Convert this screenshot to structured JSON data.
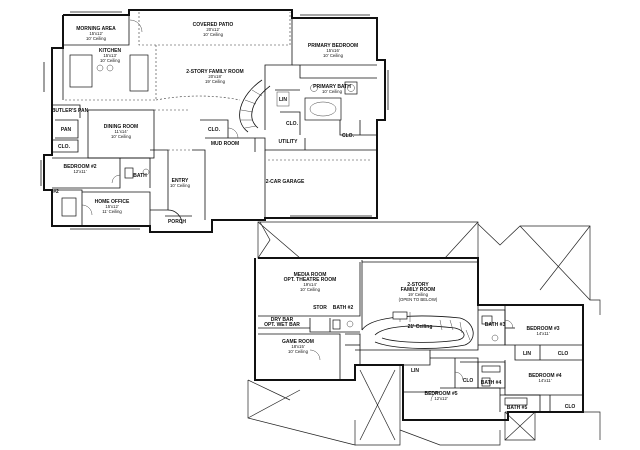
{
  "first_floor": {
    "morning_area": {
      "name": "MORNING AREA",
      "dims": "15'x12'",
      "ceiling": "10' Ceiling"
    },
    "covered_patio": {
      "name": "COVERED PATIO",
      "dims": "20'x12'",
      "ceiling": "10' Ceiling"
    },
    "kitchen": {
      "name": "KITCHEN",
      "dims": "15'x13'",
      "ceiling": "10' Ceiling"
    },
    "family_room": {
      "name": "2-STORY FAMILY ROOM",
      "dims": "20'x18'",
      "ceiling": "19' Ceiling"
    },
    "primary_bedroom": {
      "name": "PRIMARY BEDROOM",
      "dims": "15'x16'",
      "ceiling": "10' Ceiling"
    },
    "primary_bath": {
      "name": "PRIMARY BATH",
      "ceiling": "10' Ceiling"
    },
    "butlers_pan": "BUTLER'S PAN",
    "pan": "PAN",
    "dining_room": {
      "name": "DINING ROOM",
      "dims": "11'x14'",
      "ceiling": "10' Ceiling"
    },
    "lin": "LIN",
    "clo": "CLO.",
    "mud_room": "MUD ROOM",
    "utility": "UTILITY",
    "bedroom2": {
      "name": "BEDROOM #2",
      "dims": "12'x11'"
    },
    "bath2": "BATH",
    "bath2_num": "#2",
    "entry": {
      "name": "ENTRY",
      "ceiling": "10' Ceiling"
    },
    "garage": "2-CAR GARAGE",
    "home_office": {
      "name": "HOME OFFICE",
      "dims": "15'x12'",
      "ceiling": "11' Ceiling"
    },
    "porch": "PORCH"
  },
  "second_floor": {
    "media_room": {
      "name": "MEDIA ROOM",
      "sub": "OPT. THEATRE ROOM",
      "dims": "19'x14'",
      "ceiling": "10' Ceiling"
    },
    "family_room_below": {
      "name": "2-STORY",
      "name2": "FAMILY ROOM",
      "ceiling": "19' Ceiling",
      "note": "(OPEN TO BELOW)"
    },
    "dry_bar": {
      "name": "DRY BAR",
      "sub": "OPT. WET BAR"
    },
    "stor": "STOR",
    "bath2": "BATH #2",
    "ceiling_21": "21' Ceiling",
    "bath3": "BATH #3",
    "bedroom3": {
      "name": "BEDROOM #3",
      "dims": "14'x11'"
    },
    "game_room": {
      "name": "GAME ROOM",
      "dims": "18'x15'",
      "ceiling": "10' Ceiling"
    },
    "lin": "LIN",
    "clo": "CLO",
    "bath4": "BATH #4",
    "bedroom4": {
      "name": "BEDROOM #4",
      "dims": "14'x11'"
    },
    "bedroom5": {
      "name": "BEDROOM #5",
      "dims": "12'x12'"
    },
    "bath5": "BATH #5"
  }
}
